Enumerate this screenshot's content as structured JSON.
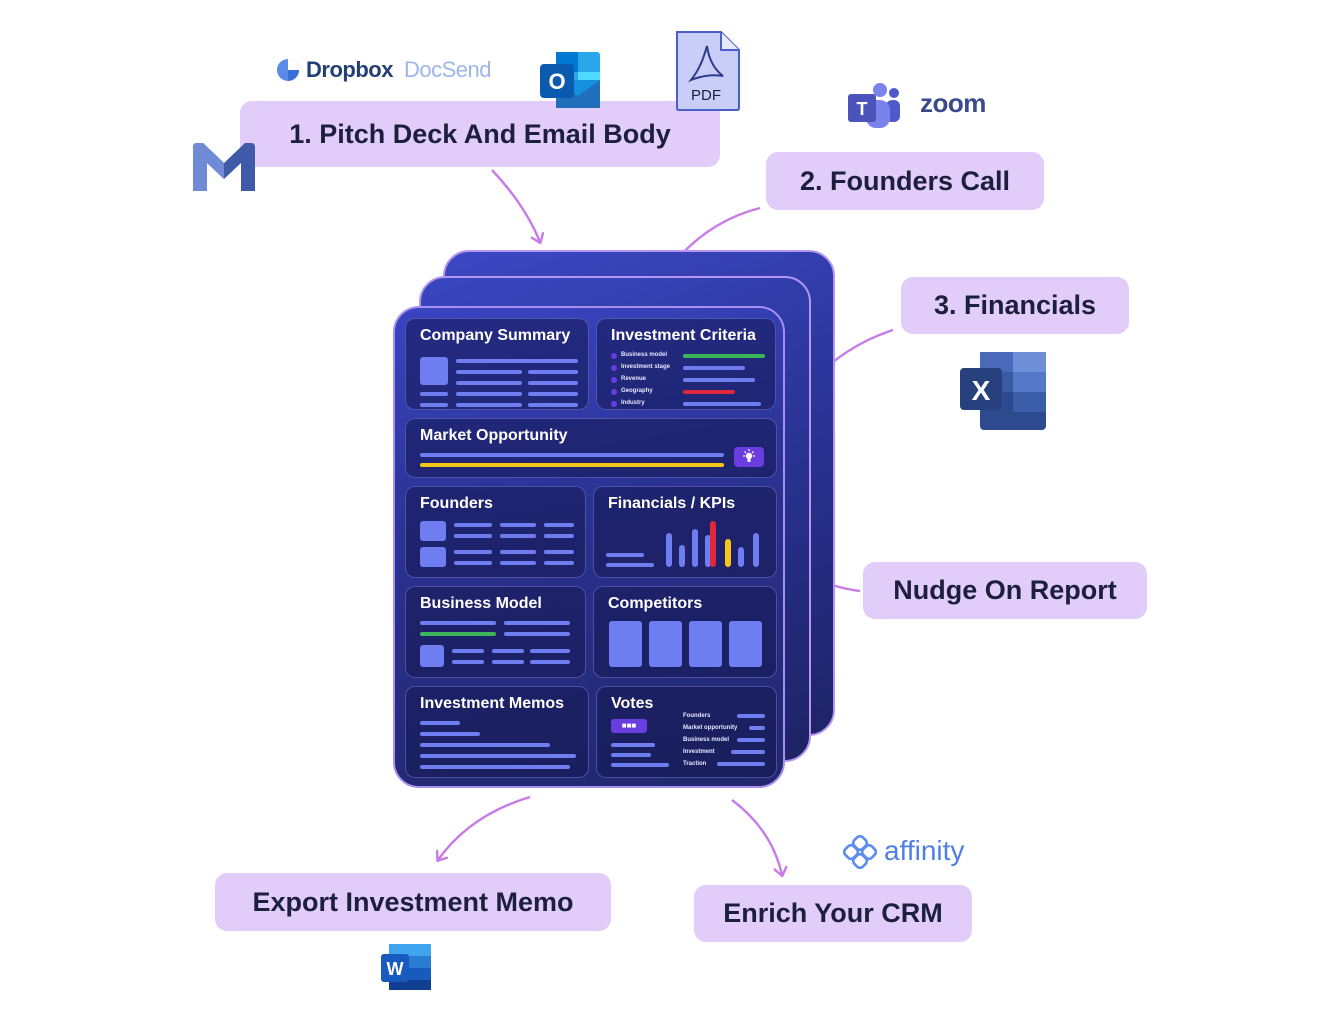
{
  "steps": {
    "pitch_deck": "1. Pitch Deck And Email Body",
    "founders_call": "2. Founders Call",
    "financials": "3. Financials",
    "nudge": "Nudge On Report",
    "export_memo": "Export Investment Memo",
    "enrich_crm": "Enrich Your CRM"
  },
  "logos": {
    "dropbox": "Dropbox",
    "docsend": "DocSend",
    "pdf": "PDF",
    "zoom": "zoom",
    "affinity": "affinity",
    "outlook_letter": "O",
    "teams_letter": "T",
    "excel_letter": "X",
    "word_letter": "W"
  },
  "report": {
    "company_summary": "Company Summary",
    "investment_criteria": {
      "title": "Investment Criteria",
      "items": [
        "Business model",
        "Investment stage",
        "Revenue",
        "Geography",
        "Industry"
      ]
    },
    "market_opportunity": "Market Opportunity",
    "founders": "Founders",
    "financials_kpis": "Financials / KPIs",
    "business_model": "Business Model",
    "competitors": "Competitors",
    "investment_memos": "Investment Memos",
    "votes": {
      "title": "Votes",
      "items": [
        "Founders",
        "Market opportunity",
        "Business model",
        "Investment",
        "Traction"
      ]
    }
  },
  "colors": {
    "pill": "#e2ccfa",
    "arrow": "#c77be6",
    "card_dark": "#22276d",
    "bar": "#6e7df0",
    "green": "#3cb55a",
    "red": "#e0283a",
    "yellow": "#f5c518",
    "purple": "#6a3de0"
  },
  "icons": [
    "gmail-icon",
    "outlook-icon",
    "pdf-icon",
    "teams-icon",
    "excel-icon",
    "word-icon",
    "affinity-icon",
    "docsend-icon",
    "lightbulb-icon"
  ]
}
